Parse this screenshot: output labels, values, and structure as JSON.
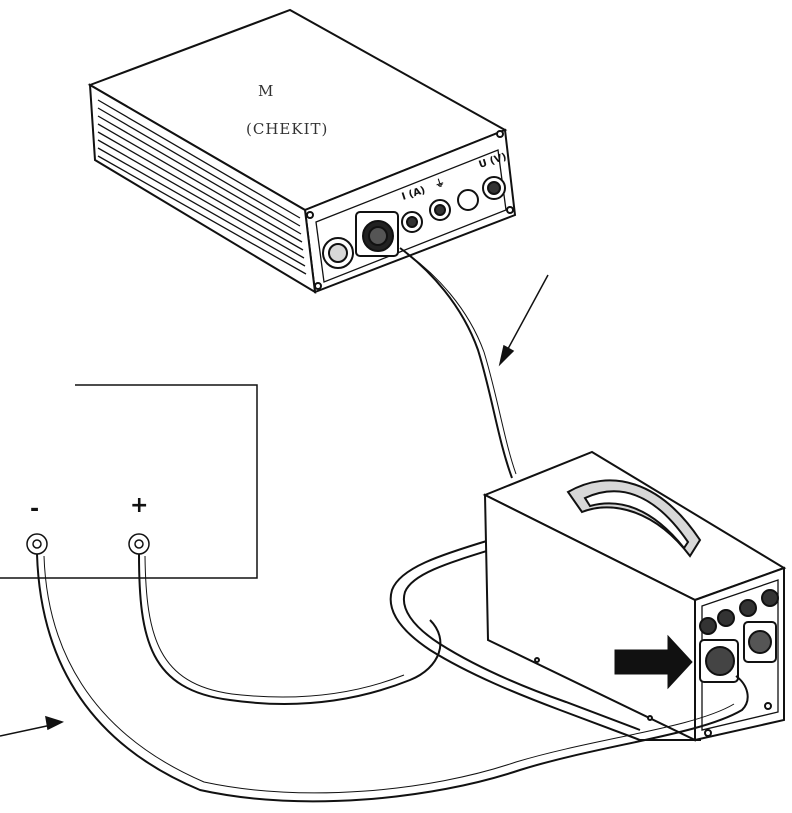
{
  "device": {
    "logo_letter": "M",
    "brand": "(CHEKIT)",
    "port_current": "I (A)",
    "port_ground": "⏚",
    "port_voltage": "U (V)"
  },
  "power_supply": {
    "minus": "-",
    "plus": "+"
  },
  "colors": {
    "line": "#111111",
    "fill": "#ffffff",
    "shade": "#d8d8d8"
  }
}
